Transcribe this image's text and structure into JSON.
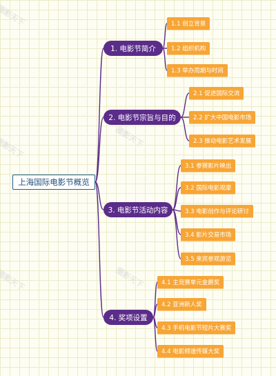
{
  "root": {
    "label": "上海国际电影节概览"
  },
  "sections": [
    {
      "label": "1. 电影节简介",
      "items": [
        "1.1 创立背景",
        "1.2 组织机构",
        "1.3 举办周期与时间"
      ]
    },
    {
      "label": "2. 电影节宗旨与目的",
      "items": [
        "2.1 促进国际交流",
        "2.2 扩大中国电影市场",
        "2.3 推动电影艺术发展"
      ]
    },
    {
      "label": "3. 电影节活动内容",
      "items": [
        "3.1 参赛影片映出",
        "3.2 国际电影观摩",
        "3.3 电影创作与评论研讨",
        "3.4 影片交易市场",
        "3.5 来宾参观游览"
      ]
    },
    {
      "label": "4. 奖项设置",
      "items": [
        "4.1 主竞赛单元金爵奖",
        "4.2 亚洲新人奖",
        "4.3 手机电影节短片大赛奖",
        "4.4 电影频道传媒大奖"
      ]
    }
  ],
  "watermark": "圈影天下",
  "colors": {
    "branch": "#5b2c8a",
    "leaf": "#f7a535",
    "root_border": "#1f5f8b",
    "connector": "#5b2c8a"
  }
}
